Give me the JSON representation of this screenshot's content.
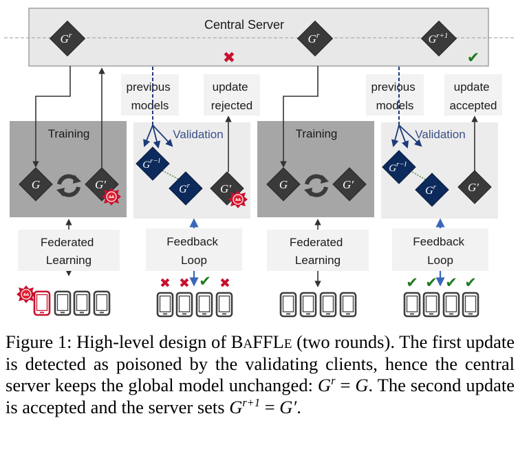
{
  "server": {
    "label": "Central Server",
    "models": [
      "G",
      "G",
      "G"
    ],
    "model_superscripts": [
      "r",
      "r",
      "r+1"
    ],
    "verdict_round1": "✖",
    "verdict_round2": "✔"
  },
  "round1": {
    "training_label": "Training",
    "local_model": "G",
    "updated_model": "G′",
    "validation_label": "Validation",
    "previous_models_label": [
      "previous",
      "models"
    ],
    "update_status_label": [
      "update",
      "rejected"
    ],
    "previous_model": "G",
    "previous_model_superscript": "r−l",
    "current_model": "G",
    "current_model_superscript": "r",
    "candidate_model": "G′",
    "federated_label": [
      "Federated",
      "Learning"
    ],
    "feedback_label": [
      "Feedback",
      "Loop"
    ],
    "votes": [
      "✖",
      "✖",
      "✔",
      "✖"
    ]
  },
  "round2": {
    "training_label": "Training",
    "local_model": "G",
    "updated_model": "G′",
    "validation_label": "Validation",
    "previous_models_label": [
      "previous",
      "models"
    ],
    "update_status_label": [
      "update",
      "accepted"
    ],
    "previous_model": "G",
    "previous_model_superscript": "r−l",
    "current_model": "G",
    "current_model_superscript": "r",
    "candidate_model": "G′",
    "federated_label": [
      "Federated",
      "Learning"
    ],
    "feedback_label": [
      "Feedback",
      "Loop"
    ],
    "votes": [
      "✔",
      "✔",
      "✔",
      "✔"
    ]
  },
  "colors": {
    "server_fill": "#e8e8e8",
    "training_fill": "#a6a6a6",
    "validation_fill": "#ececec",
    "dark_model": "#3a3a3a",
    "navy_model": "#0d2a5c",
    "reject": "#c8102e",
    "accept": "#1f7a1f",
    "feedback_arrow": "#3a66b8",
    "label_bg": "#f2f2f2"
  },
  "caption": {
    "figure_label": "Figure 1:",
    "text_before_name": "High-level design of",
    "system_name": "BaFFLe",
    "text_after_name": "(two rounds). The first update is detected as poisoned by the validating clients, hence the central server keeps the global model unchanged:",
    "eq1_lhs": "G",
    "eq1_sup": "r",
    "eq1_rhs": "G",
    "text_middle": ". The second update is accepted and the server sets",
    "eq2_lhs": "G",
    "eq2_sup": "r+1",
    "eq2_rhs": "G′",
    "text_end": "."
  }
}
